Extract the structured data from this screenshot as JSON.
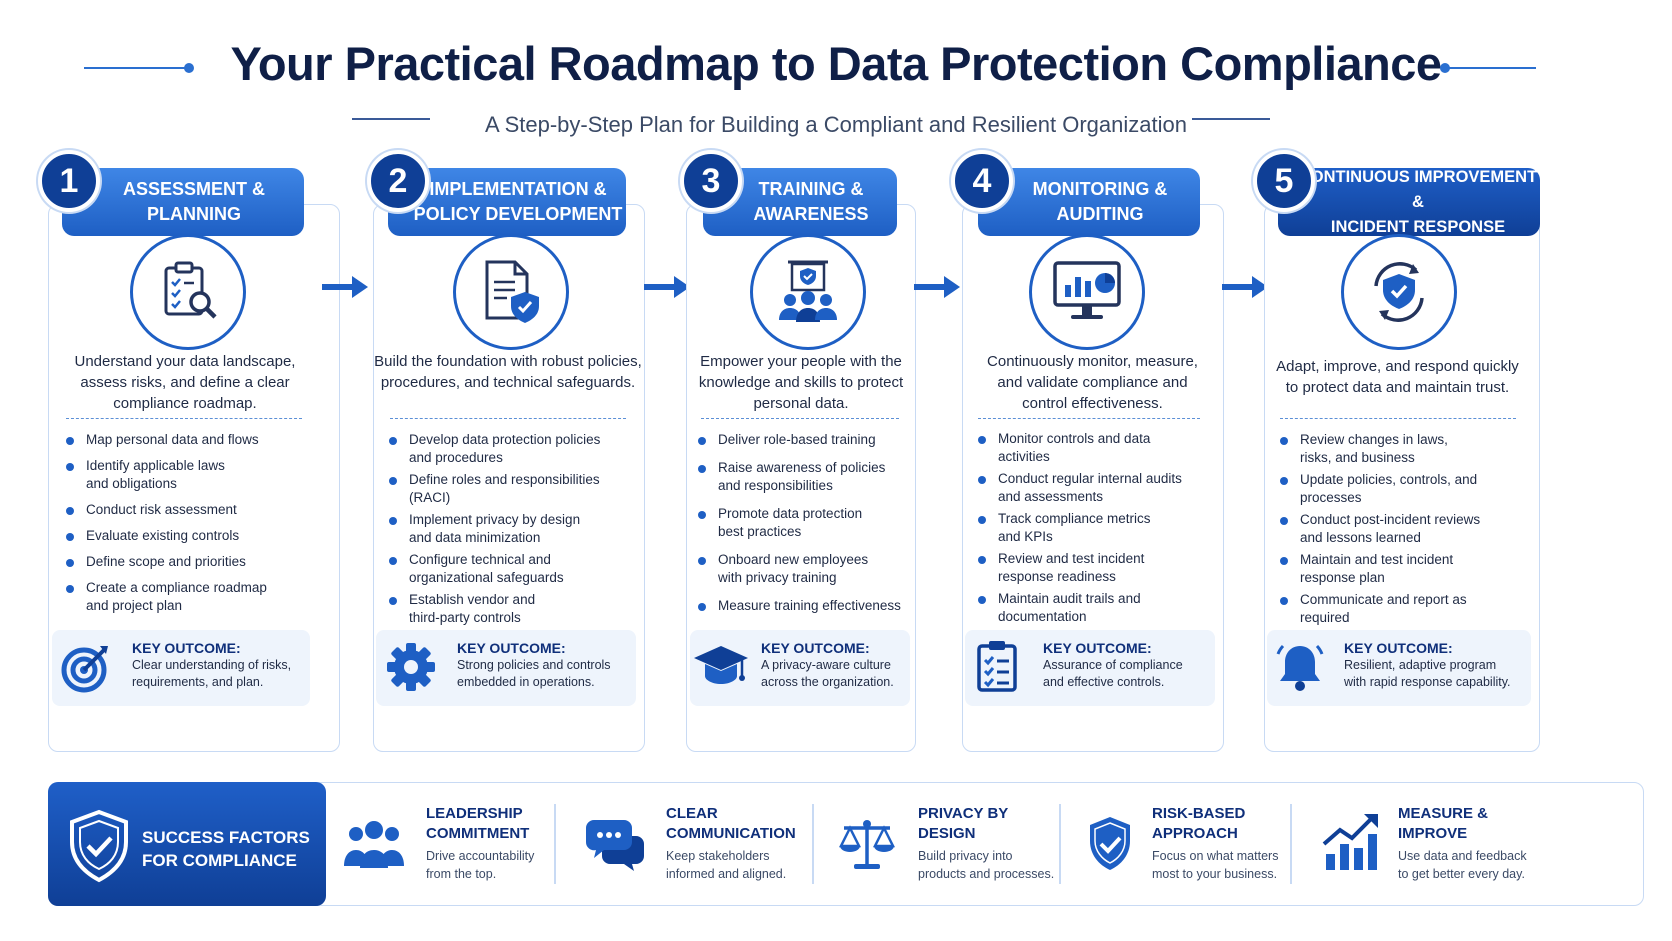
{
  "title": "Your Practical Roadmap to Data Protection Compliance",
  "subtitle": "A Step-by-Step Plan for Building a Compliant and Resilient Organization",
  "steps": [
    {
      "number": "1",
      "title_line1": "ASSESSMENT &",
      "title_line2": "PLANNING",
      "icon": "clipboard-search-icon",
      "description": "Understand your data landscape, assess risks, and define a clear compliance roadmap.",
      "bullets": [
        "Map personal data and flows",
        "Identify applicable laws and obligations",
        "Conduct risk assessment",
        "Evaluate existing controls",
        "Define scope and priorities",
        "Create a compliance roadmap and project plan"
      ],
      "outcome_label": "KEY OUTCOME:",
      "outcome_text": "Clear understanding of risks, requirements, and plan.",
      "outcome_icon": "target-icon"
    },
    {
      "number": "2",
      "title_line1": "IMPLEMENTATION &",
      "title_line2": "POLICY DEVELOPMENT",
      "icon": "document-shield-icon",
      "description": "Build the foundation with robust policies, procedures, and technical safeguards.",
      "bullets": [
        "Develop data protection policies and procedures",
        "Define roles and responsibilities (RACI)",
        "Implement privacy by design and data minimization",
        "Configure technical and organizational safeguards",
        "Establish vendor and third-party controls"
      ],
      "outcome_label": "KEY OUTCOME:",
      "outcome_text": "Strong policies and controls embedded in operations.",
      "outcome_icon": "gear-icon"
    },
    {
      "number": "3",
      "title_line1": "TRAINING &",
      "title_line2": "AWARENESS",
      "icon": "training-group-icon",
      "description": "Empower your people with the knowledge and skills to protect personal data.",
      "bullets": [
        "Deliver role-based training",
        "Raise awareness of policies and responsibilities",
        "Promote data protection best practices",
        "Onboard new employees with privacy training",
        "Measure training effectiveness"
      ],
      "outcome_label": "KEY OUTCOME:",
      "outcome_text": "A privacy-aware culture across the organization.",
      "outcome_icon": "graduation-cap-icon"
    },
    {
      "number": "4",
      "title_line1": "MONITORING &",
      "title_line2": "AUDITING",
      "icon": "monitor-dashboard-icon",
      "description": "Continuously monitor, measure, and validate compliance and control effectiveness.",
      "bullets": [
        "Monitor controls and data activities",
        "Conduct regular internal audits and assessments",
        "Track compliance metrics and KPIs",
        "Review and test incident response readiness",
        "Maintain audit trails and documentation"
      ],
      "outcome_label": "KEY OUTCOME:",
      "outcome_text": "Assurance of compliance and effective controls.",
      "outcome_icon": "checklist-icon"
    },
    {
      "number": "5",
      "title_line1": "CONTINUOUS IMPROVEMENT &",
      "title_line2": "INCIDENT RESPONSE",
      "icon": "shield-cycle-icon",
      "description": "Adapt, improve, and respond quickly to protect data and maintain trust.",
      "bullets": [
        "Review changes in laws, risks, and business",
        "Update policies, controls, and processes",
        "Conduct post-incident reviews and lessons learned",
        "Maintain and test incident response plan",
        "Communicate and report as required"
      ],
      "outcome_label": "KEY OUTCOME:",
      "outcome_text": "Resilient, adaptive program with rapid response capability.",
      "outcome_icon": "bell-icon"
    }
  ],
  "success": {
    "heading_line1": "SUCCESS FACTORS",
    "heading_line2": "FOR COMPLIANCE",
    "icon": "shield-check-icon",
    "factors": [
      {
        "title_line1": "LEADERSHIP",
        "title_line2": "COMMITMENT",
        "desc_line1": "Drive accountability",
        "desc_line2": "from the top.",
        "icon": "people-icon"
      },
      {
        "title_line1": "CLEAR",
        "title_line2": "COMMUNICATION",
        "desc_line1": "Keep stakeholders",
        "desc_line2": "informed and aligned.",
        "icon": "chat-bubbles-icon"
      },
      {
        "title_line1": "PRIVACY BY",
        "title_line2": "DESIGN",
        "desc_line1": "Build privacy into",
        "desc_line2": "products and processes.",
        "icon": "scales-icon"
      },
      {
        "title_line1": "RISK-BASED",
        "title_line2": "APPROACH",
        "desc_line1": "Focus on what matters",
        "desc_line2": "most to your business.",
        "icon": "shield-icon"
      },
      {
        "title_line1": "MEASURE &",
        "title_line2": "IMPROVE",
        "desc_line1": "Use data and feedback",
        "desc_line2": "to get better every day.",
        "icon": "growth-chart-icon"
      }
    ]
  },
  "colors": {
    "primary": "#1e5fc4",
    "dark": "#0f3f96",
    "title": "#0f1f47",
    "border": "#c8daf4",
    "panel": "#eef4fc"
  }
}
